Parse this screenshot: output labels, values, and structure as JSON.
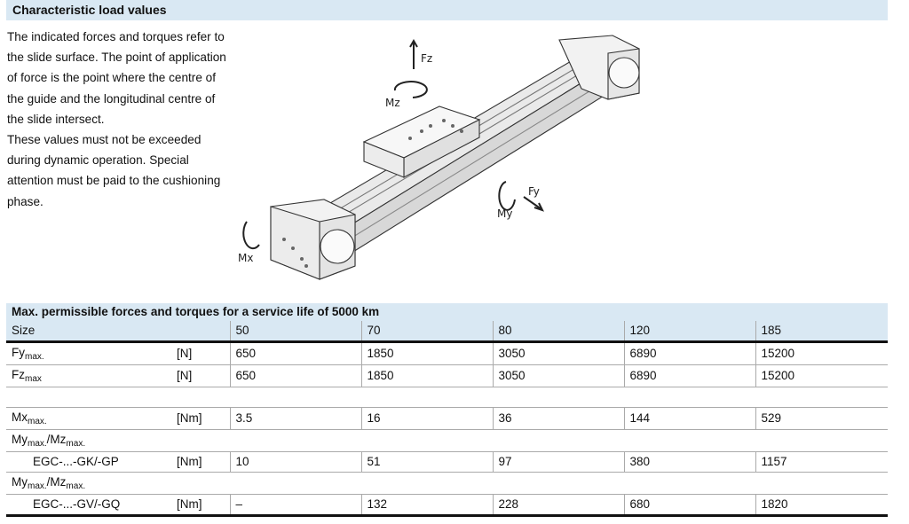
{
  "header": {
    "title": "Characteristic load values"
  },
  "description": {
    "para1": "The indicated forces and torques refer to the slide surface. The point of application of force is the point where the centre of the guide and the longitudinal centre of the slide intersect.",
    "para2": "These values must not be exceeded during dynamic operation. Special attention must be paid to the cushioning phase."
  },
  "figure": {
    "labels": {
      "fz": "Fz",
      "mz": "Mz",
      "fy": "Fy",
      "my": "My",
      "mx": "Mx"
    }
  },
  "table": {
    "title": "Max. permissible forces and torques for a service life of 5000 km",
    "size_label": "Size",
    "sizes": [
      "50",
      "70",
      "80",
      "120",
      "185"
    ],
    "fy": {
      "label": "Fy",
      "sub": "max.",
      "unit": "[N]",
      "values": [
        "650",
        "1850",
        "3050",
        "6890",
        "15200"
      ]
    },
    "fz": {
      "label": "Fz",
      "sub": "max",
      "unit": "[N]",
      "values": [
        "650",
        "1850",
        "3050",
        "6890",
        "15200"
      ]
    },
    "mx": {
      "label": "Mx",
      "sub": "max.",
      "unit": "[Nm]",
      "values": [
        "3.5",
        "16",
        "36",
        "144",
        "529"
      ]
    },
    "mymz_header": {
      "my": "My",
      "my_sub": "max.",
      "slash": "/Mz",
      "mz_sub": "max."
    },
    "gk": {
      "label": "EGC-...-GK/-GP",
      "unit": "[Nm]",
      "values": [
        "10",
        "51",
        "97",
        "380",
        "1157"
      ]
    },
    "gv": {
      "label": "EGC-...-GV/-GQ",
      "unit": "[Nm]",
      "values": [
        "–",
        "132",
        "228",
        "680",
        "1820"
      ]
    }
  }
}
